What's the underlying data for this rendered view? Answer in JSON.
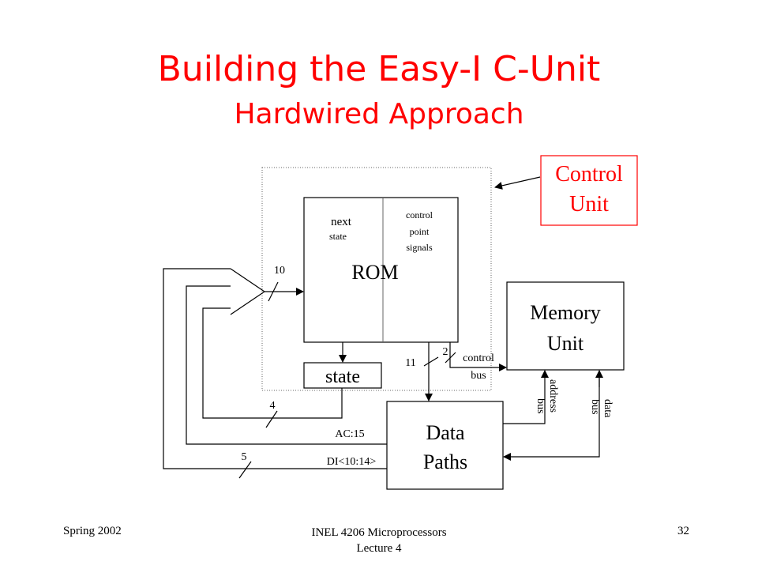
{
  "slide": {
    "title": "Building the Easy-I C-Unit",
    "subtitle": "Hardwired Approach"
  },
  "diagram": {
    "control_unit_line1": "Control",
    "control_unit_line2": "Unit",
    "rom_label": "ROM",
    "rom_left_line1": "next",
    "rom_left_line2": "state",
    "rom_right_line1": "control",
    "rom_right_line2": "point",
    "rom_right_line3": "signals",
    "state_label": "state",
    "memory_line1": "Memory",
    "memory_line2": "Unit",
    "datapaths_line1": "Data",
    "datapaths_line2": "Paths",
    "bits_10": "10",
    "bits_11": "11",
    "bits_2": "2",
    "bits_4": "4",
    "bits_5": "5",
    "control_bus_line1": "control",
    "control_bus_line2": "bus",
    "address_bus_line1": "address",
    "address_bus_line2": "bus",
    "data_bus_line1": "data",
    "data_bus_line2": "bus",
    "ac_label": "AC:15",
    "di_label": "DI<10:14>"
  },
  "footer": {
    "left": "Spring 2002",
    "center_line1": "INEL 4206 Microprocessors",
    "center_line2": "Lecture 4",
    "page": "32"
  },
  "colors": {
    "accent": "#ff0000",
    "ink": "#000000"
  }
}
